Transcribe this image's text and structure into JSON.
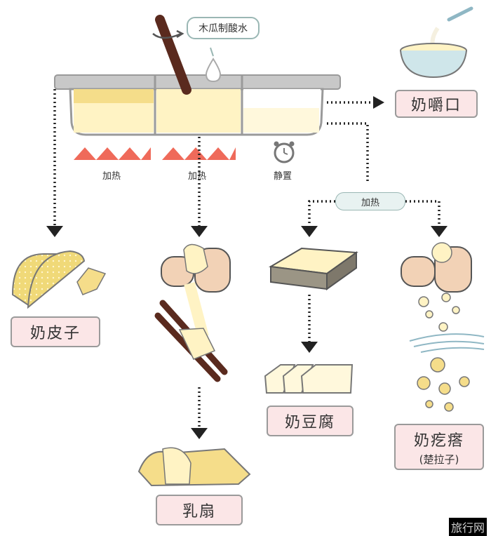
{
  "callout": {
    "text": "木瓜制酸水"
  },
  "heat_labels": [
    "加热",
    "加热"
  ],
  "rest_label": "静置",
  "branch_heat_label": "加热",
  "products": {
    "naijiekou": "奶嚼口",
    "naipizi": "奶皮子",
    "rushan": "乳扇",
    "naidoufu": "奶豆腐",
    "naigeda": "奶疙瘩",
    "naigeda_sub": "(楚拉子)"
  },
  "watermark": "旅行网",
  "colors": {
    "pink_box": "#fbe6e7",
    "flame": "#ef6a5a",
    "cream": "#fff3c4",
    "yellow": "#f5dd8a",
    "stick": "#5a2a1e",
    "tofu_box": "#9b9585",
    "teal_pill": "#e8f2f1"
  },
  "icons": [
    "pot-icon",
    "stick-icon",
    "droplet-icon",
    "flame-icon",
    "clock-icon",
    "bowl-icon",
    "hand-icon",
    "tofu-tray-icon",
    "tofu-slices-icon",
    "cheese-curl-icon",
    "skin-sheet-icon",
    "chopsticks-icon",
    "crumb-icon",
    "wind-icon"
  ]
}
